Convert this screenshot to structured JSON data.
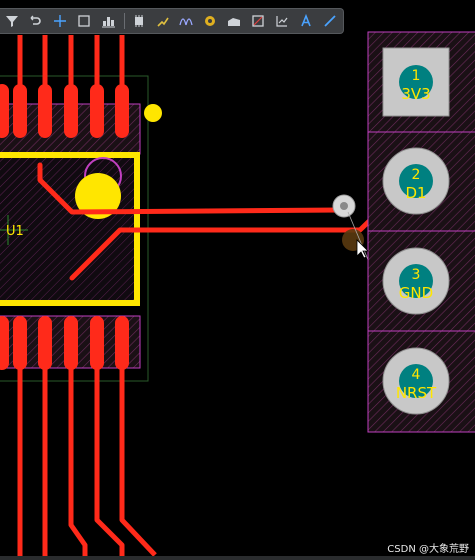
{
  "toolbar": {
    "tools": [
      {
        "name": "filter-icon"
      },
      {
        "name": "route-icon"
      },
      {
        "name": "crosshair-icon"
      },
      {
        "name": "select-rectangle-icon"
      },
      {
        "name": "align-icon"
      },
      {
        "name": "component-icon"
      },
      {
        "name": "interactive-route-icon"
      },
      {
        "name": "differential-pair-icon"
      },
      {
        "name": "via-icon"
      },
      {
        "name": "polygon-fill-icon"
      },
      {
        "name": "rectangle-icon"
      },
      {
        "name": "chart-icon"
      },
      {
        "name": "text-icon"
      },
      {
        "name": "line-icon"
      }
    ]
  },
  "board": {
    "component_designator": "U1",
    "connector_pads": [
      {
        "number": "1",
        "net": "3V3",
        "shape": "square"
      },
      {
        "number": "2",
        "net": "D1",
        "shape": "round"
      },
      {
        "number": "3",
        "net": "GND",
        "shape": "round"
      },
      {
        "number": "4",
        "net": "NRST",
        "shape": "round"
      }
    ],
    "colors": {
      "background": "#000000",
      "track": "#ff2a1a",
      "silkscreen": "#ffe600",
      "pad_outline": "#c040c0",
      "pad_fill": "#c8c8c8",
      "pad_center": "#008080",
      "pad_text": "#ffe600"
    }
  },
  "watermark": "CSDN @大象荒野"
}
